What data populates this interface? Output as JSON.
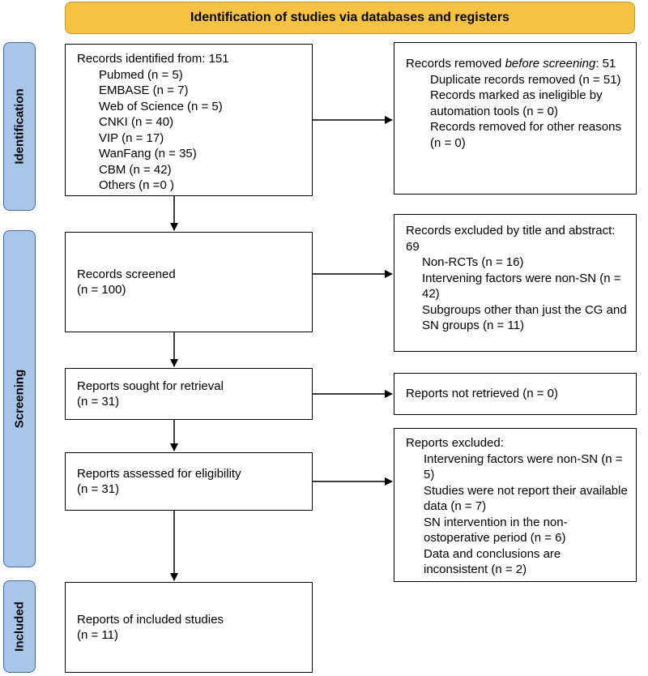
{
  "header": {
    "title": "Identification of studies via databases and registers"
  },
  "phases": {
    "identification": "Identification",
    "screening": "Screening",
    "included": "Included"
  },
  "identified": {
    "title": "Records identified from: 151",
    "sources": [
      "Pubmed (n = 5)",
      "EMBASE (n = 7)",
      "Web of Science (n = 5)",
      "CNKI (n = 40)",
      "VIP (n = 17)",
      "WanFang (n = 35)",
      "CBM (n = 42)",
      "Others (n =0 )"
    ]
  },
  "removed": {
    "title_pre": "Records removed ",
    "title_em": "before screening",
    "title_post": ": 51",
    "items": [
      "Duplicate records removed (n = 51)",
      "Records marked as ineligible by automation tools (n = 0)",
      "Records removed for other reasons (n = 0)"
    ]
  },
  "screened": {
    "label": "Records screened",
    "count": "(n = 100)"
  },
  "excluded_title": {
    "title": "Records excluded by title and abstract: 69",
    "items": [
      "Non-RCTs (n = 16)",
      "Intervening factors were non-SN (n = 42)",
      "Subgroups other than just the CG and SN groups (n = 11)"
    ]
  },
  "sought": {
    "label": "Reports sought for retrieval",
    "count": "(n = 31)"
  },
  "not_retrieved": {
    "label": "Reports not retrieved (n = 0)"
  },
  "assessed": {
    "label": "Reports assessed for eligibility",
    "count": "(n = 31)"
  },
  "reports_excluded": {
    "title": "Reports excluded:",
    "items": [
      "Intervening factors were non-SN (n = 5)",
      "Studies were not report their available data (n = 7)",
      "SN intervention in the non-ostoperative period (n = 6)",
      "Data and conclusions are inconsistent (n = 2)"
    ]
  },
  "included": {
    "label": "Reports of included studies",
    "count": "(n = 11)"
  }
}
